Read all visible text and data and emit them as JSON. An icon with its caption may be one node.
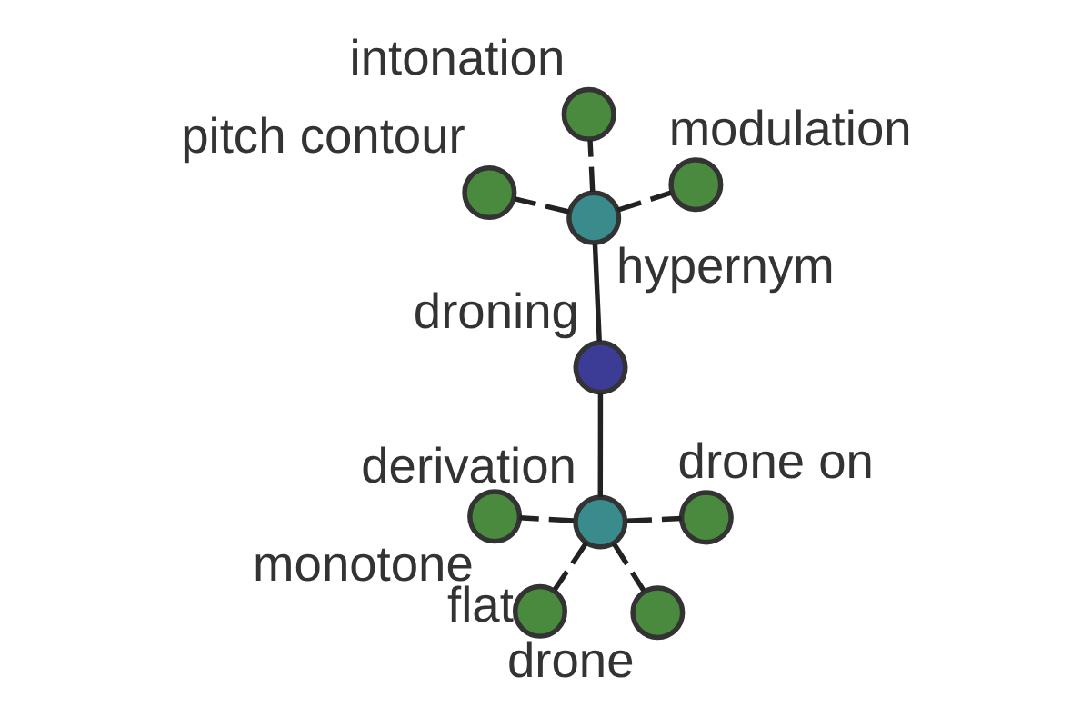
{
  "diagram": {
    "nodes": [
      {
        "text": [
          "droning"
        ]
      },
      {
        "text": [
          "hypernym"
        ]
      },
      {
        "text": [
          "derivation"
        ]
      },
      {
        "text": [
          "intonation"
        ]
      },
      {
        "text": [
          "modulation"
        ]
      },
      {
        "text": [
          "pitch contour"
        ]
      },
      {
        "text": [
          "flat"
        ]
      },
      {
        "text": [
          "drone on"
        ]
      },
      {
        "text": [
          "monotone"
        ]
      },
      {
        "text": [
          "drone"
        ]
      }
    ],
    "edges": [
      {
        "from": 0,
        "to": 1,
        "arrow": "none"
      },
      {
        "from": 0,
        "to": 2,
        "arrow": "none"
      },
      {
        "from": 1,
        "to": 3,
        "arrow": "none",
        "style": "dashed"
      },
      {
        "from": 1,
        "to": 4,
        "arrow": "none",
        "style": "dashed"
      },
      {
        "from": 1,
        "to": 5,
        "arrow": "none",
        "style": "dashed"
      },
      {
        "from": 2,
        "to": 6,
        "arrow": "none",
        "style": "dashed"
      },
      {
        "from": 2,
        "to": 7,
        "arrow": "none",
        "style": "dashed"
      },
      {
        "from": 2,
        "to": 8,
        "arrow": "none",
        "style": "dashed"
      },
      {
        "from": 2,
        "to": 9,
        "arrow": "none",
        "style": "dashed"
      }
    ]
  }
}
